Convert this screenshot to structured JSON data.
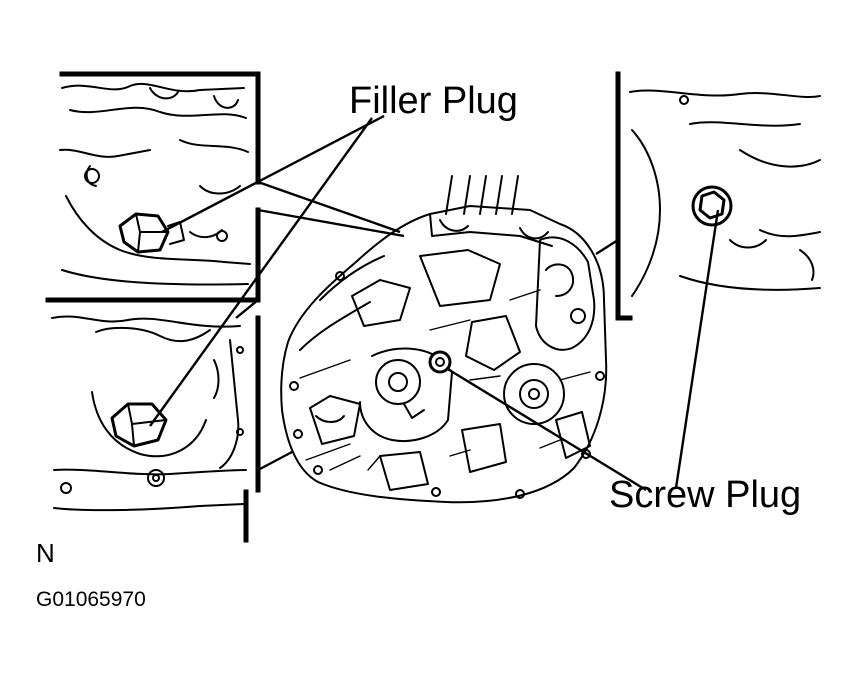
{
  "labels": {
    "filler_plug": "Filler Plug",
    "screw_plug": "Screw Plug",
    "view_marker": "N",
    "figure_id": "G01065970"
  },
  "colors": {
    "ink": "#000000",
    "paper": "#ffffff"
  },
  "icons": [
    "hex-bolt-icon",
    "round-plug-icon"
  ]
}
